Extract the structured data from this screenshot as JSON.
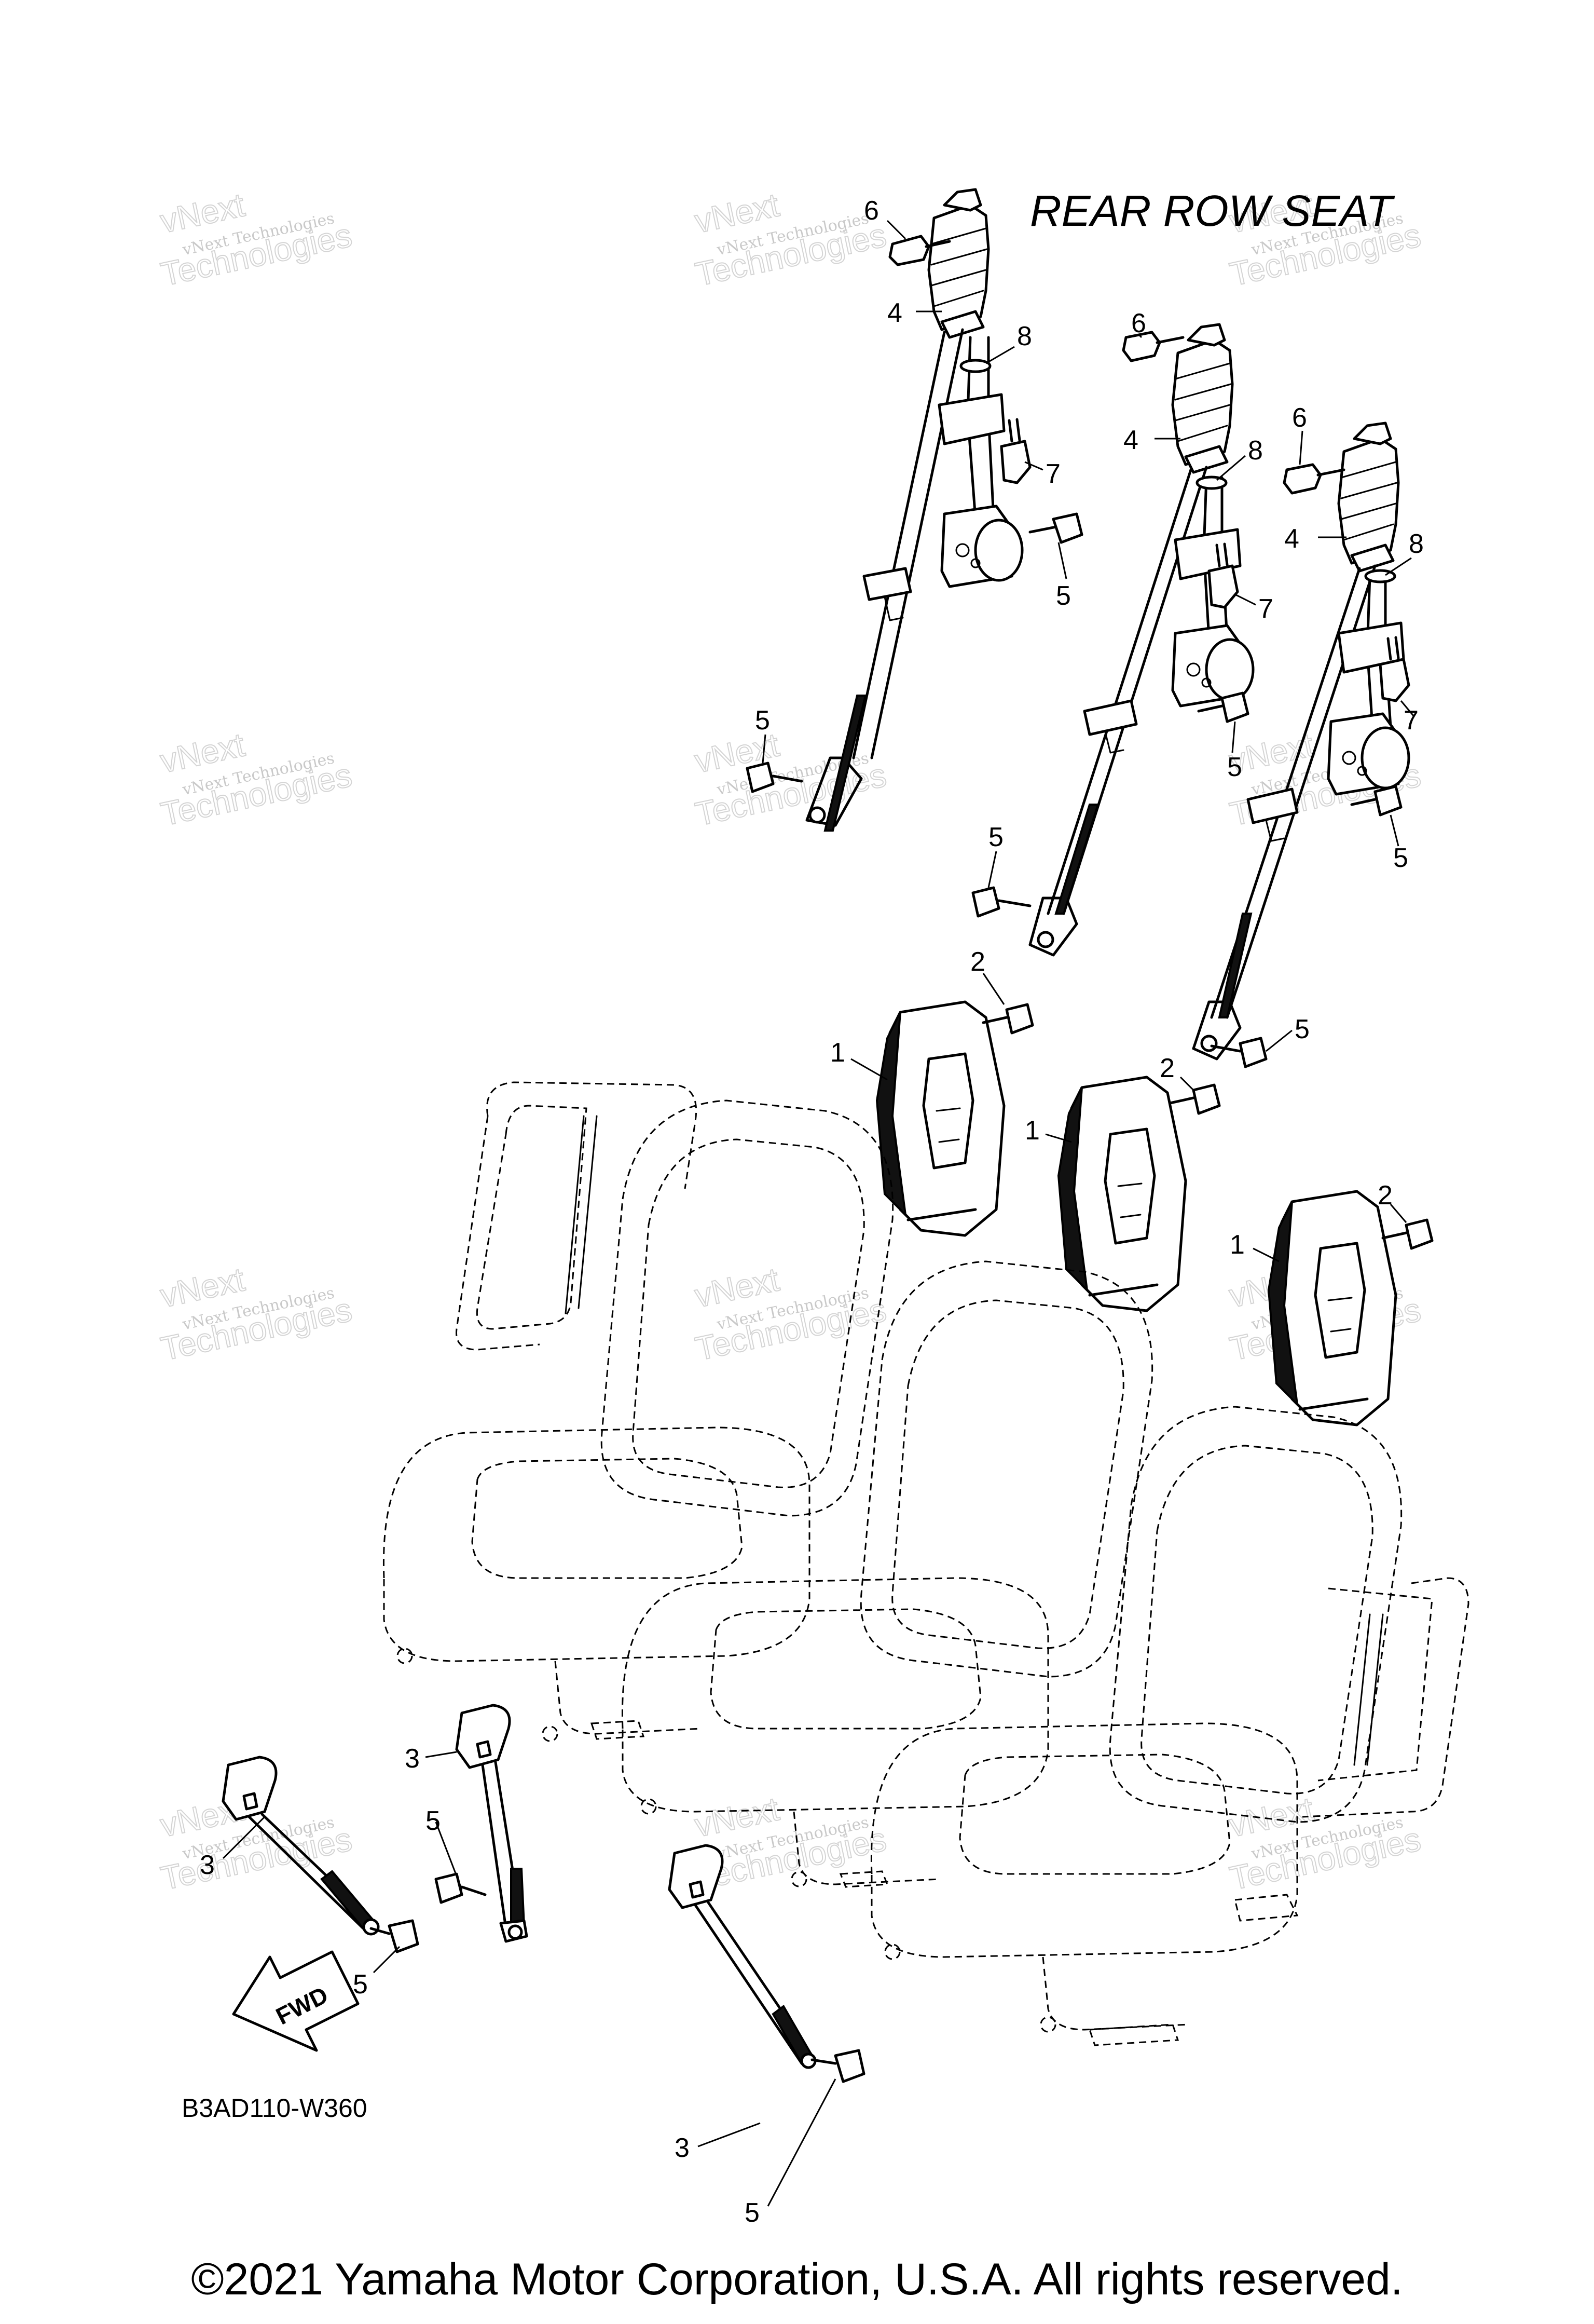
{
  "diagram": {
    "title": "REAR ROW SEAT",
    "code": "B3AD110-W360",
    "copyright": "©2021 Yamaha Motor Corporation, U.S.A. All rights reserved.",
    "fwd_label": "FWD",
    "watermark": {
      "line1": "vNext Technologies",
      "line2": "vNext",
      "line3": "Technologies"
    },
    "callouts": [
      "1",
      "2",
      "3",
      "4",
      "5",
      "6",
      "7",
      "8"
    ]
  }
}
